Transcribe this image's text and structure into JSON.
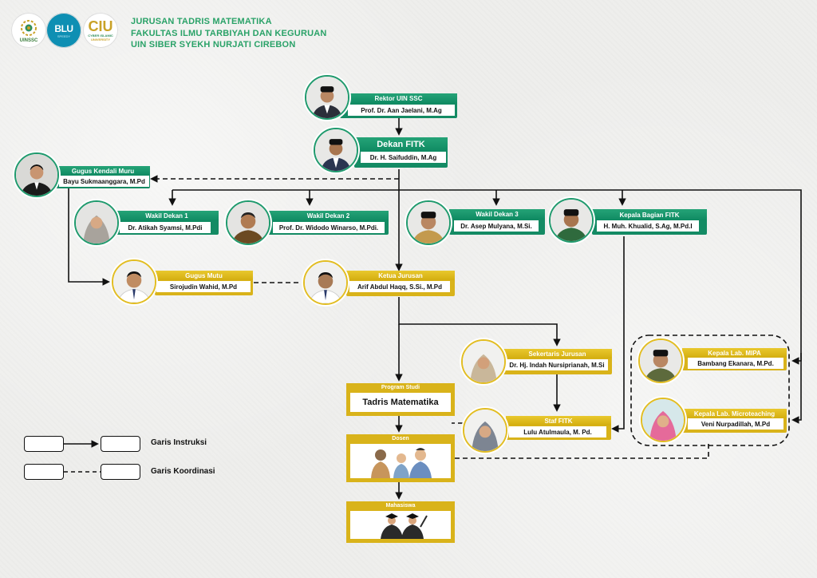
{
  "header": {
    "logos": [
      {
        "name": "uinssc-logo",
        "caption": "UINSSC"
      },
      {
        "name": "blu-logo",
        "text": "BLU",
        "sub": "SPEEDY"
      },
      {
        "name": "ciu-logo",
        "text": "CIU",
        "line1": "CYBER ISLAMIC",
        "line2": "UNIVERSITY"
      }
    ],
    "line1": "JURUSAN TADRIS MATEMATIKA",
    "line2": "FAKULTAS ILMU TARBIYAH DAN KEGURUAN",
    "line3": "UIN SIBER  SYEKH NURJATI CIREBON"
  },
  "colors": {
    "green": "#148b64",
    "gold": "#d9b31a",
    "line": "#111111"
  },
  "nodes": {
    "rektor": {
      "title": "Rektor UIN SSC",
      "name": "Prof. Dr. Aan Jaelani, M.Ag"
    },
    "dekan": {
      "title": "Dekan FITK",
      "name": "Dr. H. Saifuddin, M.Ag"
    },
    "gkm": {
      "title": "Gugus Kendali Muru",
      "name": "Bayu Sukmaanggara, M.Pd"
    },
    "wd1": {
      "title": "Wakil Dekan 1",
      "name": "Dr. Atikah Syamsi, M.Pdi"
    },
    "wd2": {
      "title": "Wakil Dekan 2",
      "name": "Prof. Dr. Widodo Winarso, M.Pdi."
    },
    "wd3": {
      "title": "Wakil Dekan 3",
      "name": "Dr. Asep Mulyana, M.Si."
    },
    "kabag": {
      "title": "Kepala Bagian FITK",
      "name": "H. Muh. Khualid, S.Ag, M.Pd.I"
    },
    "gugus_mutu": {
      "title": "Gugus Mutu",
      "name": "Sirojudin Wahid, M.Pd"
    },
    "kajur": {
      "title": "Ketua Jurusan",
      "name": "Arif Abdul Haqq, S.Si., M.Pd"
    },
    "sekjur": {
      "title": "Sekertaris Jurusan",
      "name": "Dr. Hj. Indah Nursiprianah, M.Si"
    },
    "lab_mipa": {
      "title": "Kepala Lab. MIPA",
      "name": "Bambang Ekanara, M.Pd."
    },
    "lab_micro": {
      "title": "Kepala Lab. Microteaching",
      "name": "Veni Nurpadillah, M.Pd"
    },
    "staf": {
      "title": "Staf FITK",
      "name": "Lulu Atulmaula, M. Pd."
    },
    "prodi": {
      "title": "Program Studi",
      "name": "Tadris Matematika"
    },
    "dosen": {
      "title": "Dosen"
    },
    "mahasiswa": {
      "title": "Mahasiswa"
    }
  },
  "legend": {
    "instruksi": "Garis Instruksi",
    "koordinasi": "Garis Koordinasi"
  }
}
